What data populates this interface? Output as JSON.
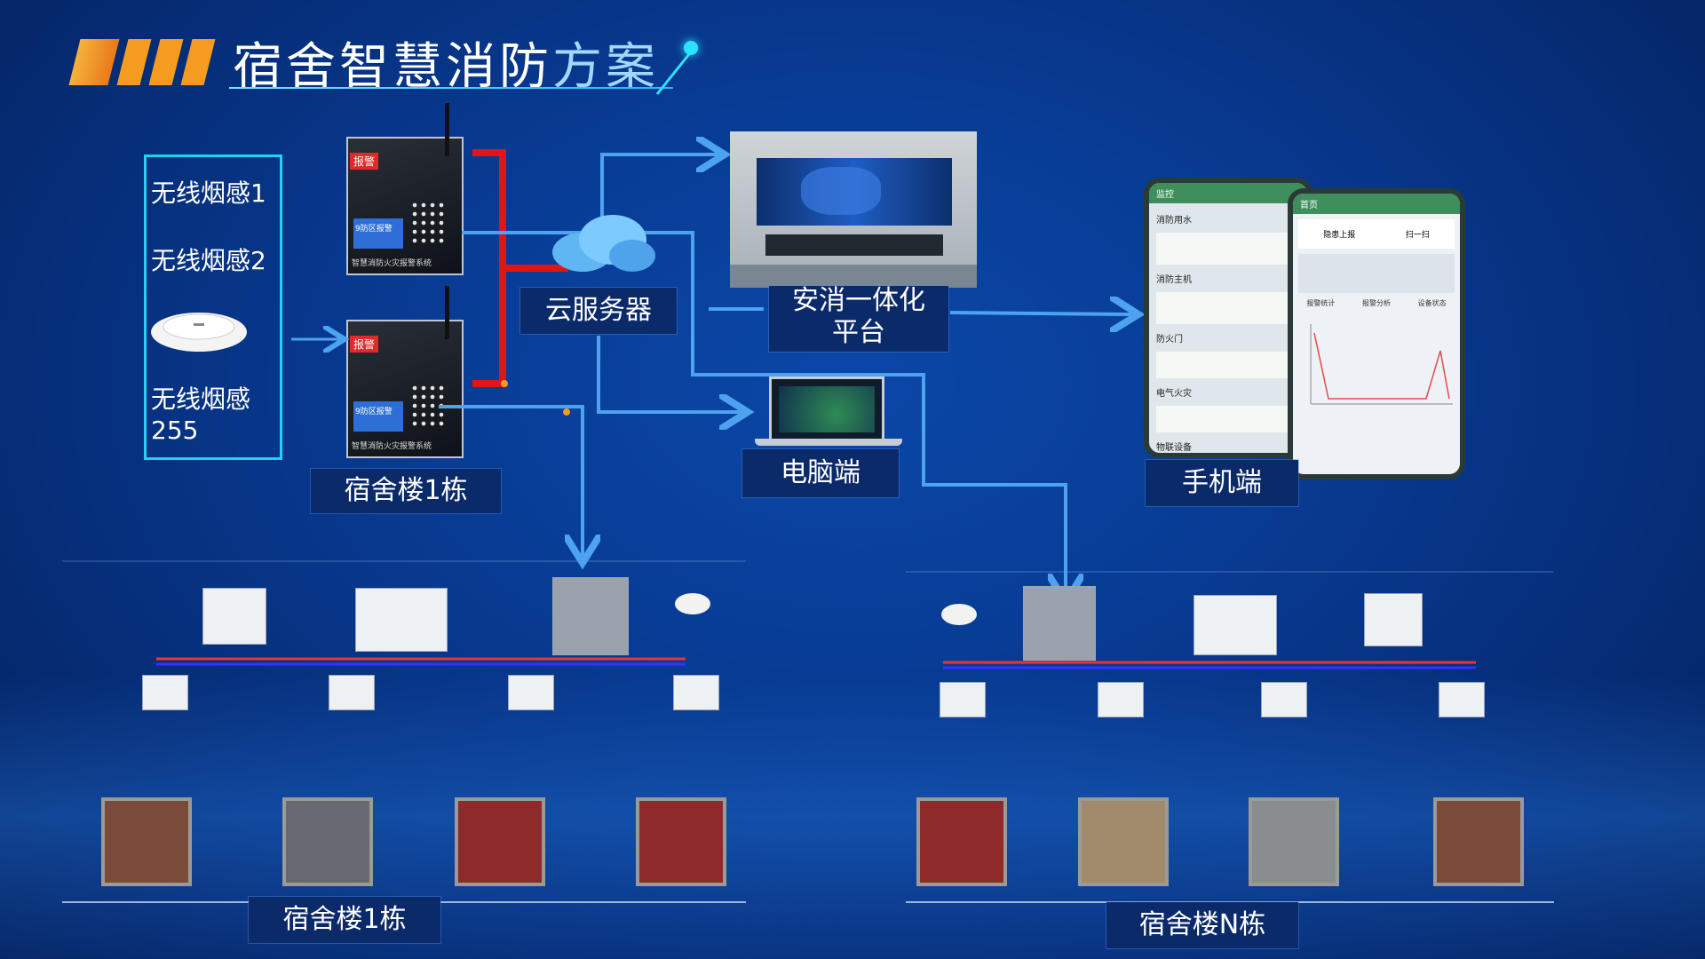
{
  "slide": {
    "title_main": "宿舍智慧消防",
    "title_accent": "方案"
  },
  "sensors": {
    "items": [
      "无线烟感1",
      "无线烟感2",
      "无线烟感",
      "255"
    ]
  },
  "panels": {
    "warning_badge": "报警",
    "screen_text": "9防区报警",
    "footer_text": "智慧消防火灾报警系统"
  },
  "labels": {
    "building_top": "宿舍楼1栋",
    "cloud": "云服务器",
    "platform_line1": "安消一体化",
    "platform_line2": "平台",
    "pc": "电脑端",
    "mobile": "手机端",
    "building_bottom_left": "宿舍楼1栋",
    "building_bottom_right": "宿舍楼N栋"
  },
  "phone_left": {
    "header": "监控",
    "sections": [
      "消防用水",
      "消防主机",
      "防火门",
      "电气火灾",
      "物联设备"
    ]
  },
  "phone_right": {
    "header": "首页",
    "tabs": [
      "隐患上报",
      "扫一扫"
    ],
    "chart_tabs": [
      "报警统计",
      "报警分析",
      "设备状态"
    ]
  },
  "colors": {
    "background": "#083c95",
    "accent_orange": "#f59b1f",
    "arrow": "#4da3f0",
    "bracket_red": "#e01616",
    "sensor_border": "#25d0f5"
  }
}
